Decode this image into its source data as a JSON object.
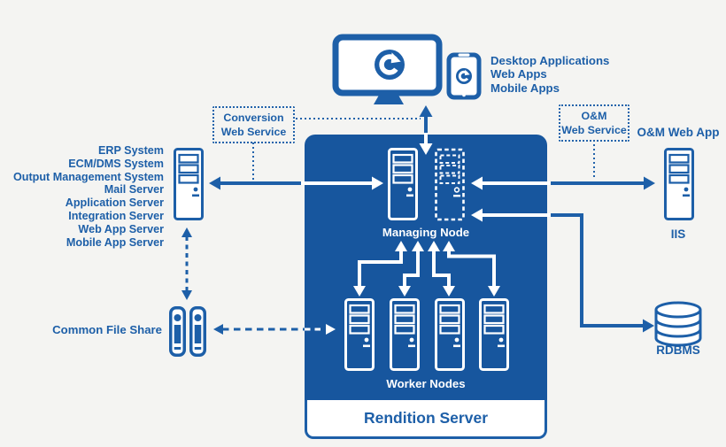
{
  "colors": {
    "brand_blue": "#1D5FA8",
    "box_blue": "#17569E",
    "background": "#F4F4F2",
    "connector_white": "#FFFFFF"
  },
  "client_apps": {
    "line1": "Desktop Applications",
    "line2": "Web Apps",
    "line3": "Mobile Apps"
  },
  "conversion_service": {
    "line1": "Conversion",
    "line2": "Web Service"
  },
  "om_service": {
    "line1": "O&M",
    "line2": "Web Service"
  },
  "external_systems": [
    "ERP System",
    "ECM/DMS System",
    "Output Management System",
    "Mail Server",
    "Application Server",
    "Integration Server",
    "Web App Server",
    "Mobile App Server"
  ],
  "file_share_label": "Common File Share",
  "rendition_server": {
    "title": "Rendition Server",
    "managing_node_label": "Managing Node",
    "worker_nodes_label": "Worker Nodes"
  },
  "om_web_app_label": "O&M Web App",
  "iis_label": "IIS",
  "rdbms_label": "RDBMS"
}
